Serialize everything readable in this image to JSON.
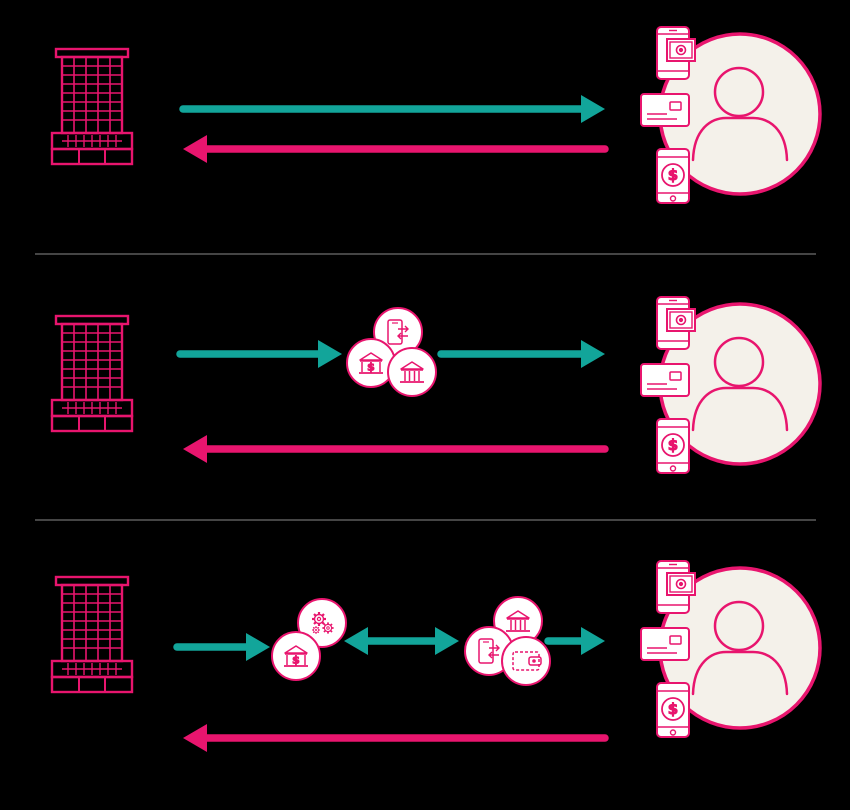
{
  "colors": {
    "background": "#000000",
    "pink": "#e8156e",
    "teal": "#12a59a",
    "circle_fill": "#f4f1ea",
    "divider": "#8a8a8a"
  },
  "rows": [
    {
      "name": "direct",
      "intermediaries": [],
      "arrows": [
        {
          "kind": "forward-teal",
          "direction": "right"
        },
        {
          "kind": "return-pink",
          "direction": "left"
        }
      ]
    },
    {
      "name": "one-intermediary",
      "intermediaries": [
        {
          "name": "bank-cluster",
          "icons": [
            "phone-transfer-icon",
            "bank-dollar-icon",
            "bank-icon"
          ]
        }
      ],
      "arrows": [
        {
          "kind": "forward-teal",
          "direction": "right"
        },
        {
          "kind": "forward-teal",
          "direction": "right"
        },
        {
          "kind": "return-pink",
          "direction": "left"
        }
      ]
    },
    {
      "name": "two-intermediaries",
      "intermediaries": [
        {
          "name": "processor-cluster",
          "icons": [
            "gears-icon",
            "bank-dollar-icon"
          ]
        },
        {
          "name": "wallet-cluster",
          "icons": [
            "bank-icon",
            "phone-transfer-icon",
            "wallet-icon"
          ]
        }
      ],
      "arrows": [
        {
          "kind": "forward-teal",
          "direction": "right"
        },
        {
          "kind": "bidirectional-teal",
          "direction": "both"
        },
        {
          "kind": "forward-teal",
          "direction": "right"
        },
        {
          "kind": "return-pink",
          "direction": "left"
        }
      ]
    }
  ],
  "endpoints": {
    "left": {
      "icon": "office-building-icon"
    },
    "right": {
      "icon": "customer-avatar-icon",
      "devices": [
        "phone-camera-icon",
        "credit-card-icon",
        "phone-dollar-icon"
      ]
    }
  },
  "labels": {
    "dollar": "$"
  }
}
